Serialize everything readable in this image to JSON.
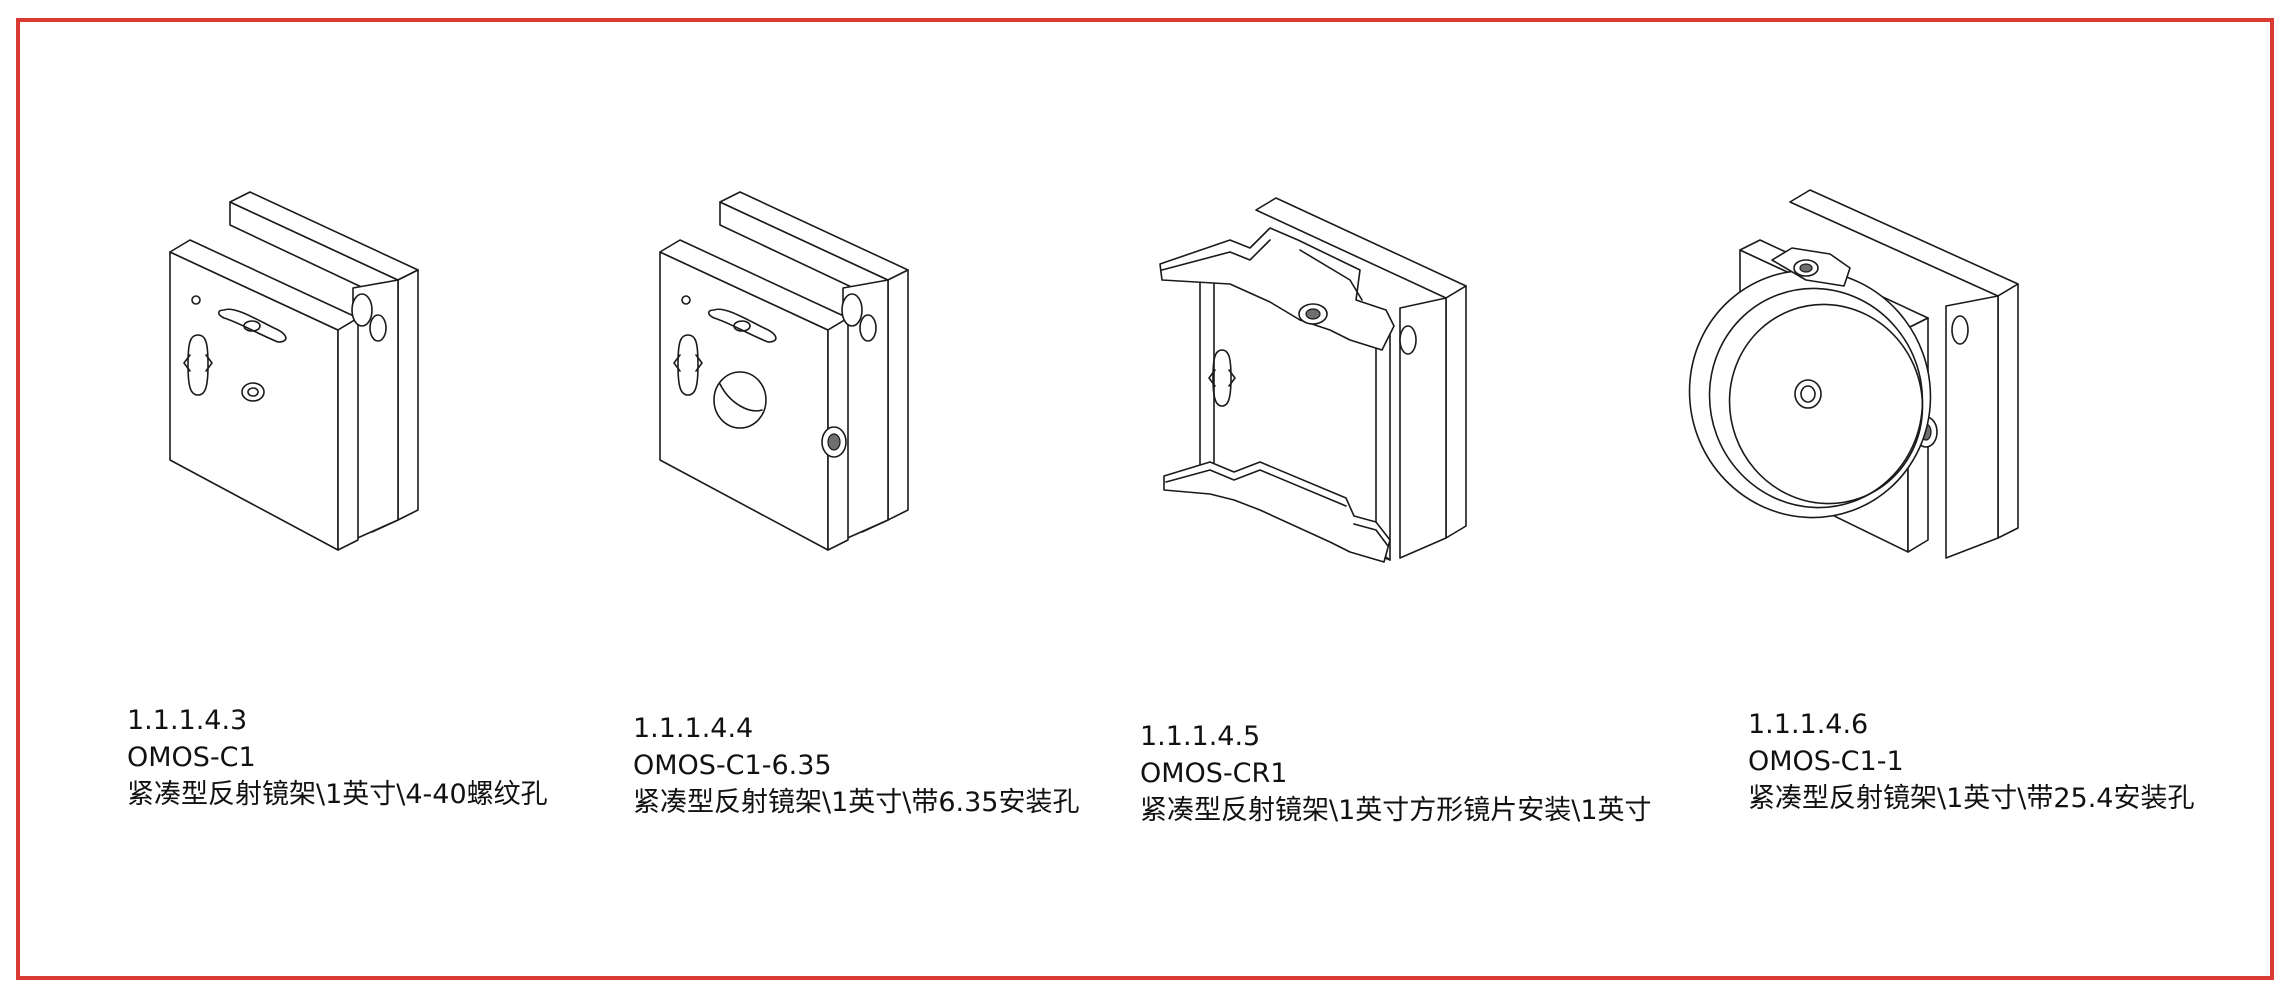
{
  "parts": [
    {
      "id": "1.1.1.4.3",
      "model": "OMOS-C1",
      "desc": "紧凑型反射镜架\\1英寸\\4-40螺纹孔"
    },
    {
      "id": "1.1.1.4.4",
      "model": "OMOS-C1-6.35",
      "desc": "紧凑型反射镜架\\1英寸\\带6.35安装孔"
    },
    {
      "id": "1.1.1.4.5",
      "model": "OMOS-CR1",
      "desc": "紧凑型反射镜架\\1英寸方形镜片安装\\1英寸"
    },
    {
      "id": "1.1.1.4.6",
      "model": "OMOS-C1-1",
      "desc": "紧凑型反射镜架\\1英寸\\带25.4安装孔"
    }
  ],
  "colors": {
    "frame": "#d93a32",
    "line": "#1a1a1a"
  }
}
